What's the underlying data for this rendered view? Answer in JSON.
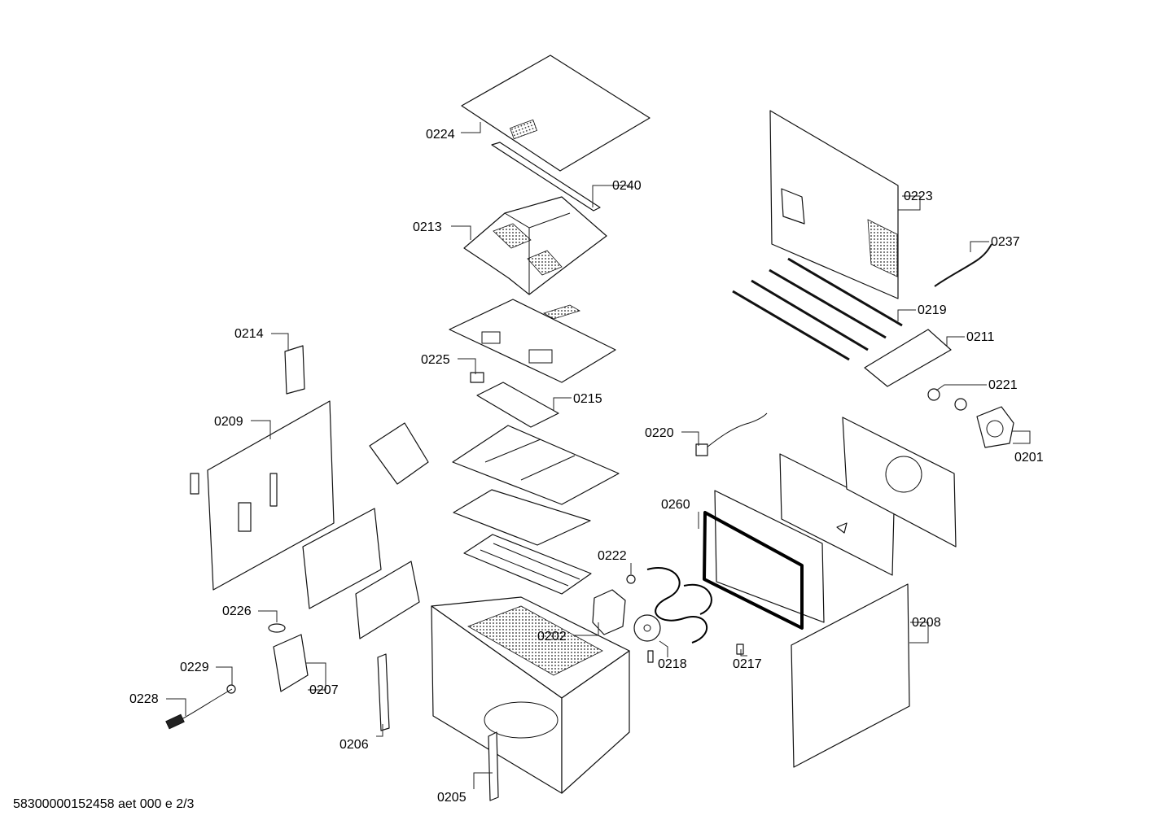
{
  "document_id": "58300000152458 aet 000 e 2/3",
  "callouts": [
    {
      "id": "0224",
      "label": "0224"
    },
    {
      "id": "0240",
      "label": "0240"
    },
    {
      "id": "0213",
      "label": "0213"
    },
    {
      "id": "0214",
      "label": "0214"
    },
    {
      "id": "0225",
      "label": "0225"
    },
    {
      "id": "0215",
      "label": "0215"
    },
    {
      "id": "0209",
      "label": "0209"
    },
    {
      "id": "0223",
      "label": "0223"
    },
    {
      "id": "0237",
      "label": "0237"
    },
    {
      "id": "0219",
      "label": "0219"
    },
    {
      "id": "0211",
      "label": "0211"
    },
    {
      "id": "0221",
      "label": "0221"
    },
    {
      "id": "0201",
      "label": "0201"
    },
    {
      "id": "0220",
      "label": "0220"
    },
    {
      "id": "0260",
      "label": "0260"
    },
    {
      "id": "0222",
      "label": "0222"
    },
    {
      "id": "0202",
      "label": "0202"
    },
    {
      "id": "0218",
      "label": "0218"
    },
    {
      "id": "0217",
      "label": "0217"
    },
    {
      "id": "0208",
      "label": "0208"
    },
    {
      "id": "0226",
      "label": "0226"
    },
    {
      "id": "0229",
      "label": "0229"
    },
    {
      "id": "0228",
      "label": "0228"
    },
    {
      "id": "0207",
      "label": "0207"
    },
    {
      "id": "0206",
      "label": "0206"
    },
    {
      "id": "0205",
      "label": "0205"
    }
  ]
}
